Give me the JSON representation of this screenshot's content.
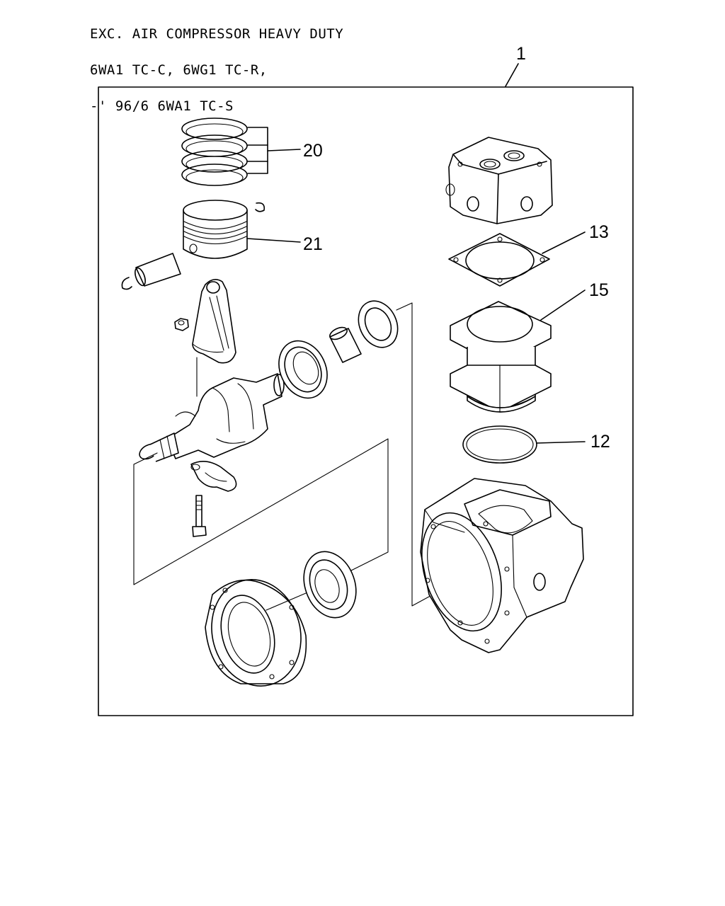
{
  "header": {
    "lines": [
      "EXC. AIR COMPRESSOR HEAVY DUTY",
      "6WA1 TC-C, 6WG1 TC-R,",
      "-' 96/6 6WA1 TC-S"
    ]
  },
  "callouts": {
    "assembly": "1",
    "piston_rings": "20",
    "piston": "21",
    "head_gasket": "13",
    "cylinder": "15",
    "o_ring": "12"
  }
}
